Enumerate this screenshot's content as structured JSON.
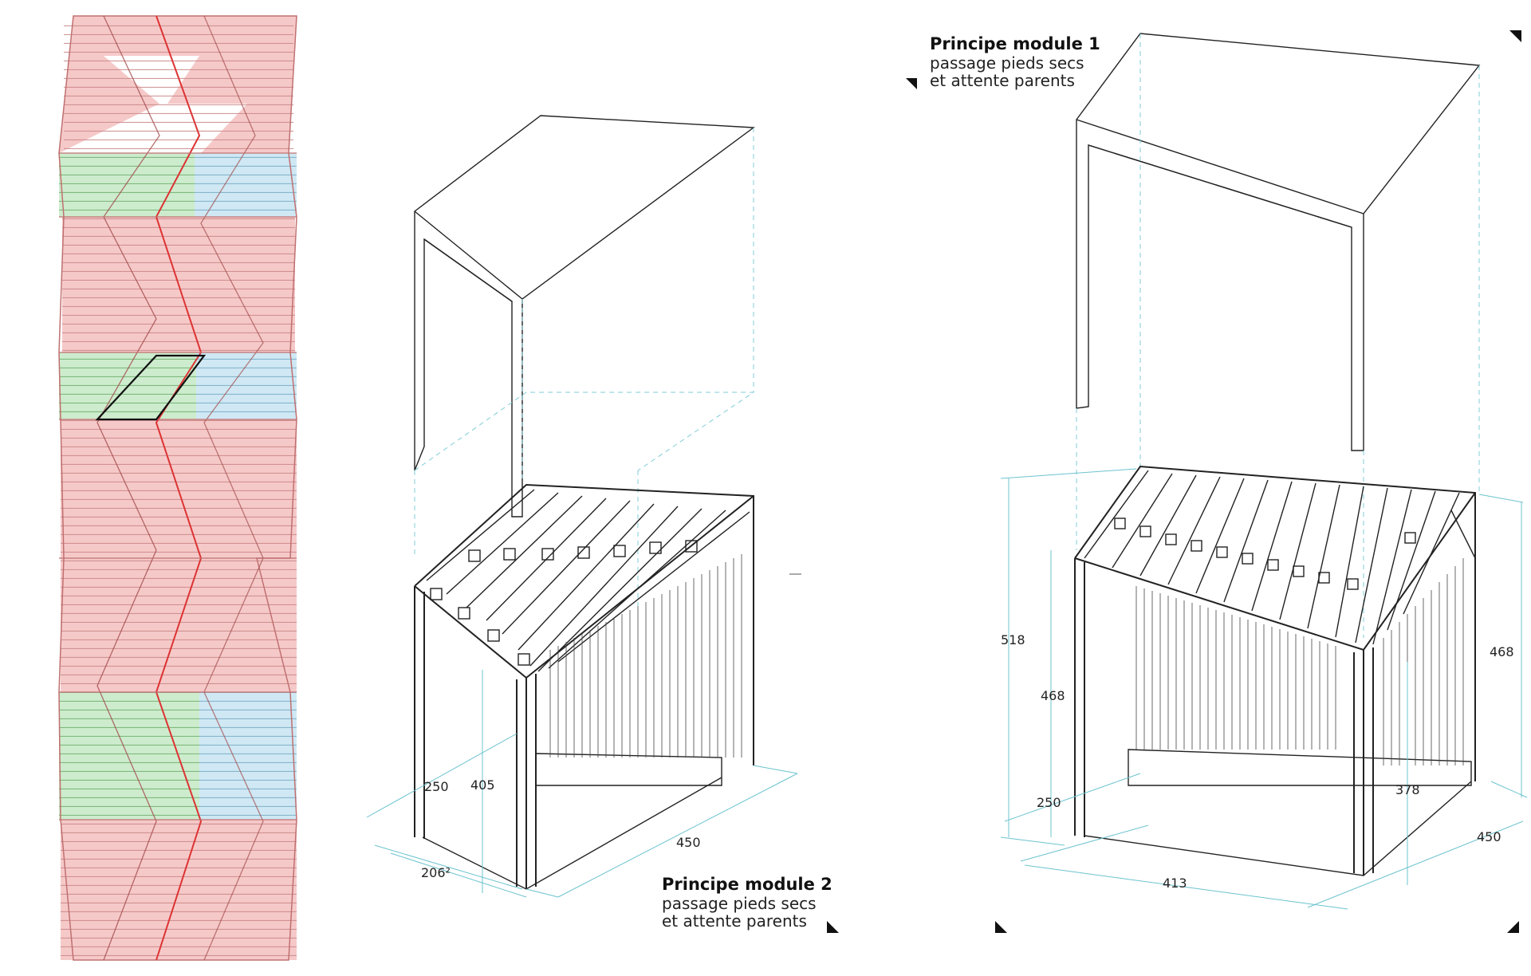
{
  "captions": {
    "module1": {
      "title": "Principe module 1",
      "line1": "passage pieds secs",
      "line2": "et attente parents"
    },
    "module2": {
      "title": "Principe module 2",
      "line1": "passage pieds secs",
      "line2": "et attente parents"
    }
  },
  "dimensions": {
    "module2": {
      "depth": "250",
      "height": "405",
      "width": "450",
      "front": "206²"
    },
    "module1": {
      "total_height": "518",
      "front_height": "468",
      "back_height": "468",
      "depth": "250",
      "inner": "378",
      "width": "413",
      "side": "450"
    }
  },
  "colors": {
    "red_band": "#f6c9c9",
    "green_band": "#cdeccd",
    "blue_band": "#cfe8f4",
    "dimension_line": "#6cc3cf",
    "ink": "#222222"
  }
}
